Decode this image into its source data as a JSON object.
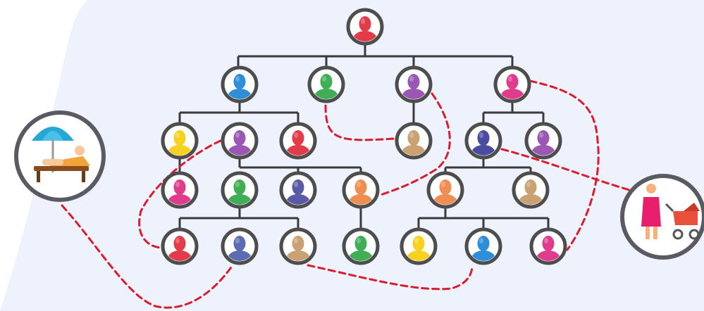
{
  "diagram": {
    "colors": {
      "background": "#ffffff",
      "panel": "#eef2fd",
      "tree_line": "#3a3a3a",
      "node_ring": "#4d4d4d",
      "node_fill": "#ffffff",
      "dashed_link": "#d91c2e",
      "side_ring": "#5a5a62"
    },
    "side_icons": {
      "left": {
        "icon": "beach-umbrella-sunbather-icon"
      },
      "right": {
        "icon": "mother-with-stroller-icon"
      }
    },
    "people": [
      {
        "id": "p0",
        "color": "#e23b49"
      },
      {
        "id": "p1",
        "color": "#2e8ed8"
      },
      {
        "id": "p2",
        "color": "#3fae55"
      },
      {
        "id": "p3",
        "color": "#9a58b4"
      },
      {
        "id": "p4",
        "color": "#e03c8e"
      },
      {
        "id": "p5",
        "color": "#f6d21e"
      },
      {
        "id": "p6",
        "color": "#9a58b4"
      },
      {
        "id": "p7",
        "color": "#e23b49"
      },
      {
        "id": "p8",
        "color": "#c9a172"
      },
      {
        "id": "p9",
        "color": "#4b4ba0"
      },
      {
        "id": "p10",
        "color": "#9a58b4"
      },
      {
        "id": "p11",
        "color": "#e03c8e"
      },
      {
        "id": "p12",
        "color": "#3fae55"
      },
      {
        "id": "p13",
        "color": "#5a5aa8"
      },
      {
        "id": "p14",
        "color": "#f08d52"
      },
      {
        "id": "p15",
        "color": "#f08d52"
      },
      {
        "id": "p16",
        "color": "#c9a172"
      },
      {
        "id": "p17",
        "color": "#e23b49"
      },
      {
        "id": "p18",
        "color": "#5a6db3"
      },
      {
        "id": "p19",
        "color": "#c9a172"
      },
      {
        "id": "p20",
        "color": "#3fae55"
      },
      {
        "id": "p21",
        "color": "#f6d21e"
      },
      {
        "id": "p22",
        "color": "#2e8ed8"
      },
      {
        "id": "p23",
        "color": "#e03c8e"
      }
    ]
  }
}
